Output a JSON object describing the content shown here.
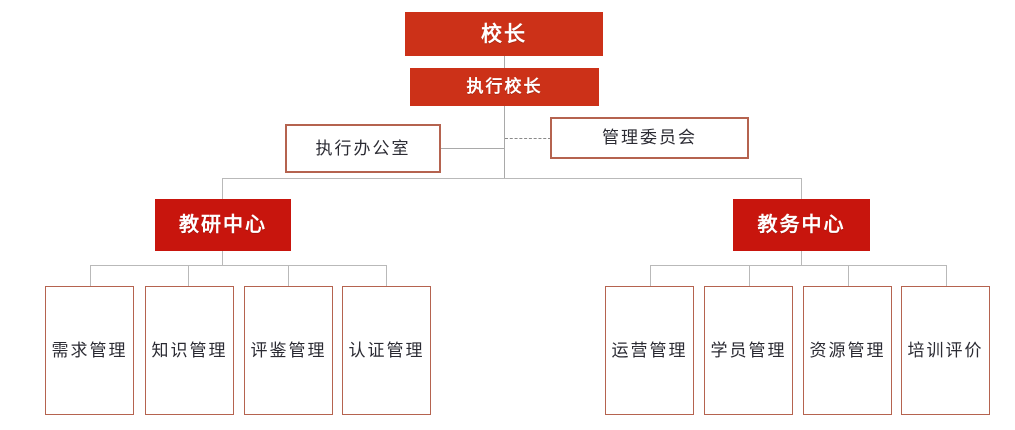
{
  "diagram": {
    "title_text": "",
    "type": "organizational-chart",
    "colors": {
      "node_fill_red": "#c8150d",
      "node_fill_red_top": "#cc3118",
      "node_text_on_red": "#ffffff",
      "node_border_outlined": "#b5634f",
      "node_text_dark": "#2b2b33",
      "connector_line": "#a9a9a9",
      "connector_dashed": "#8a8a8a",
      "background": "#ffffff"
    }
  },
  "nodes": {
    "principal": {
      "label": "校长"
    },
    "executive_principal": {
      "label": "执行校长"
    },
    "executive_office": {
      "label": "执行办公室"
    },
    "management_committee": {
      "label": "管理委员会"
    },
    "teaching_research_center": {
      "label": "教研中心"
    },
    "academic_affairs_center": {
      "label": "教务中心"
    }
  },
  "teaching_research_children": [
    {
      "label": "需求管理"
    },
    {
      "label": "知识管理"
    },
    {
      "label": "评鉴管理"
    },
    {
      "label": "认证管理"
    }
  ],
  "academic_affairs_children": [
    {
      "label": "运营管理"
    },
    {
      "label": "学员管理"
    },
    {
      "label": "资源管理"
    },
    {
      "label": "培训评价"
    }
  ]
}
